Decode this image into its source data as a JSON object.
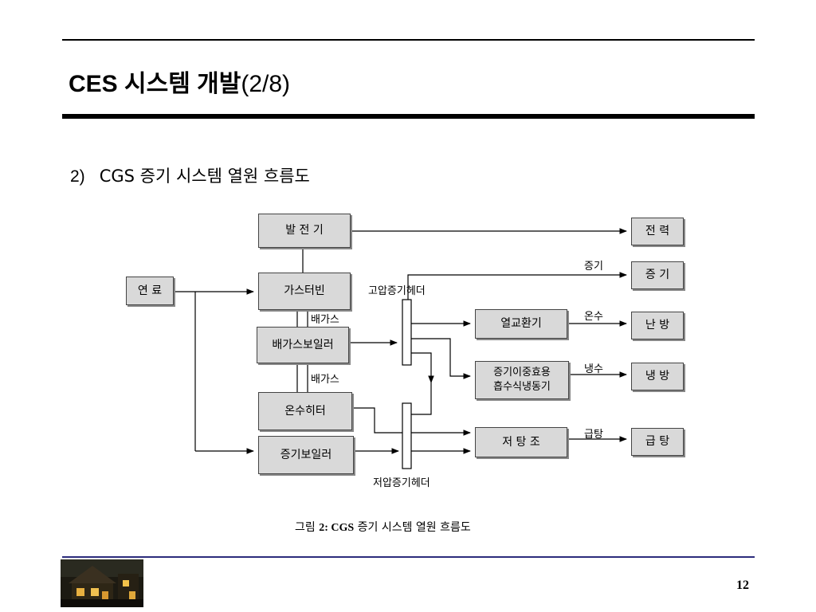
{
  "slide": {
    "title_strong": "CES 시스템 개발",
    "title_suffix": "(2/8)",
    "subtitle_num": "2)",
    "subtitle_text": "CGS 증기 시스템 열원 흐름도",
    "page_number": "12"
  },
  "diagram": {
    "nodes": {
      "generator": "발 전 기",
      "fuel": "연 료",
      "gas_turbine": "가스터빈",
      "exhaust_boiler": "배가스보일러",
      "hot_water_heater": "온수히터",
      "steam_boiler": "증기보일러",
      "heat_exchanger": "열교환기",
      "absorption_chiller": "증기이중효용\n흡수식냉동기",
      "storage_tank": "저 탕 조",
      "power": "전 력",
      "steam": "증 기",
      "heating": "난 방",
      "cooling": "냉 방",
      "hot_water_supply": "급 탕"
    },
    "labels": {
      "high_pressure_header": "고압증기헤더",
      "low_pressure_header": "저압증기헤더",
      "exhaust_gas_1": "배가스",
      "exhaust_gas_2": "배가스",
      "steam_flow": "증기",
      "hot_water_flow": "온수",
      "chilled_water_flow": "냉수",
      "hot_water_supply_flow": "급탕"
    }
  },
  "caption": {
    "prefix": "그림 ",
    "bold": "2: CGS",
    "rest": " 증기 시스템 열원 흐름도"
  }
}
